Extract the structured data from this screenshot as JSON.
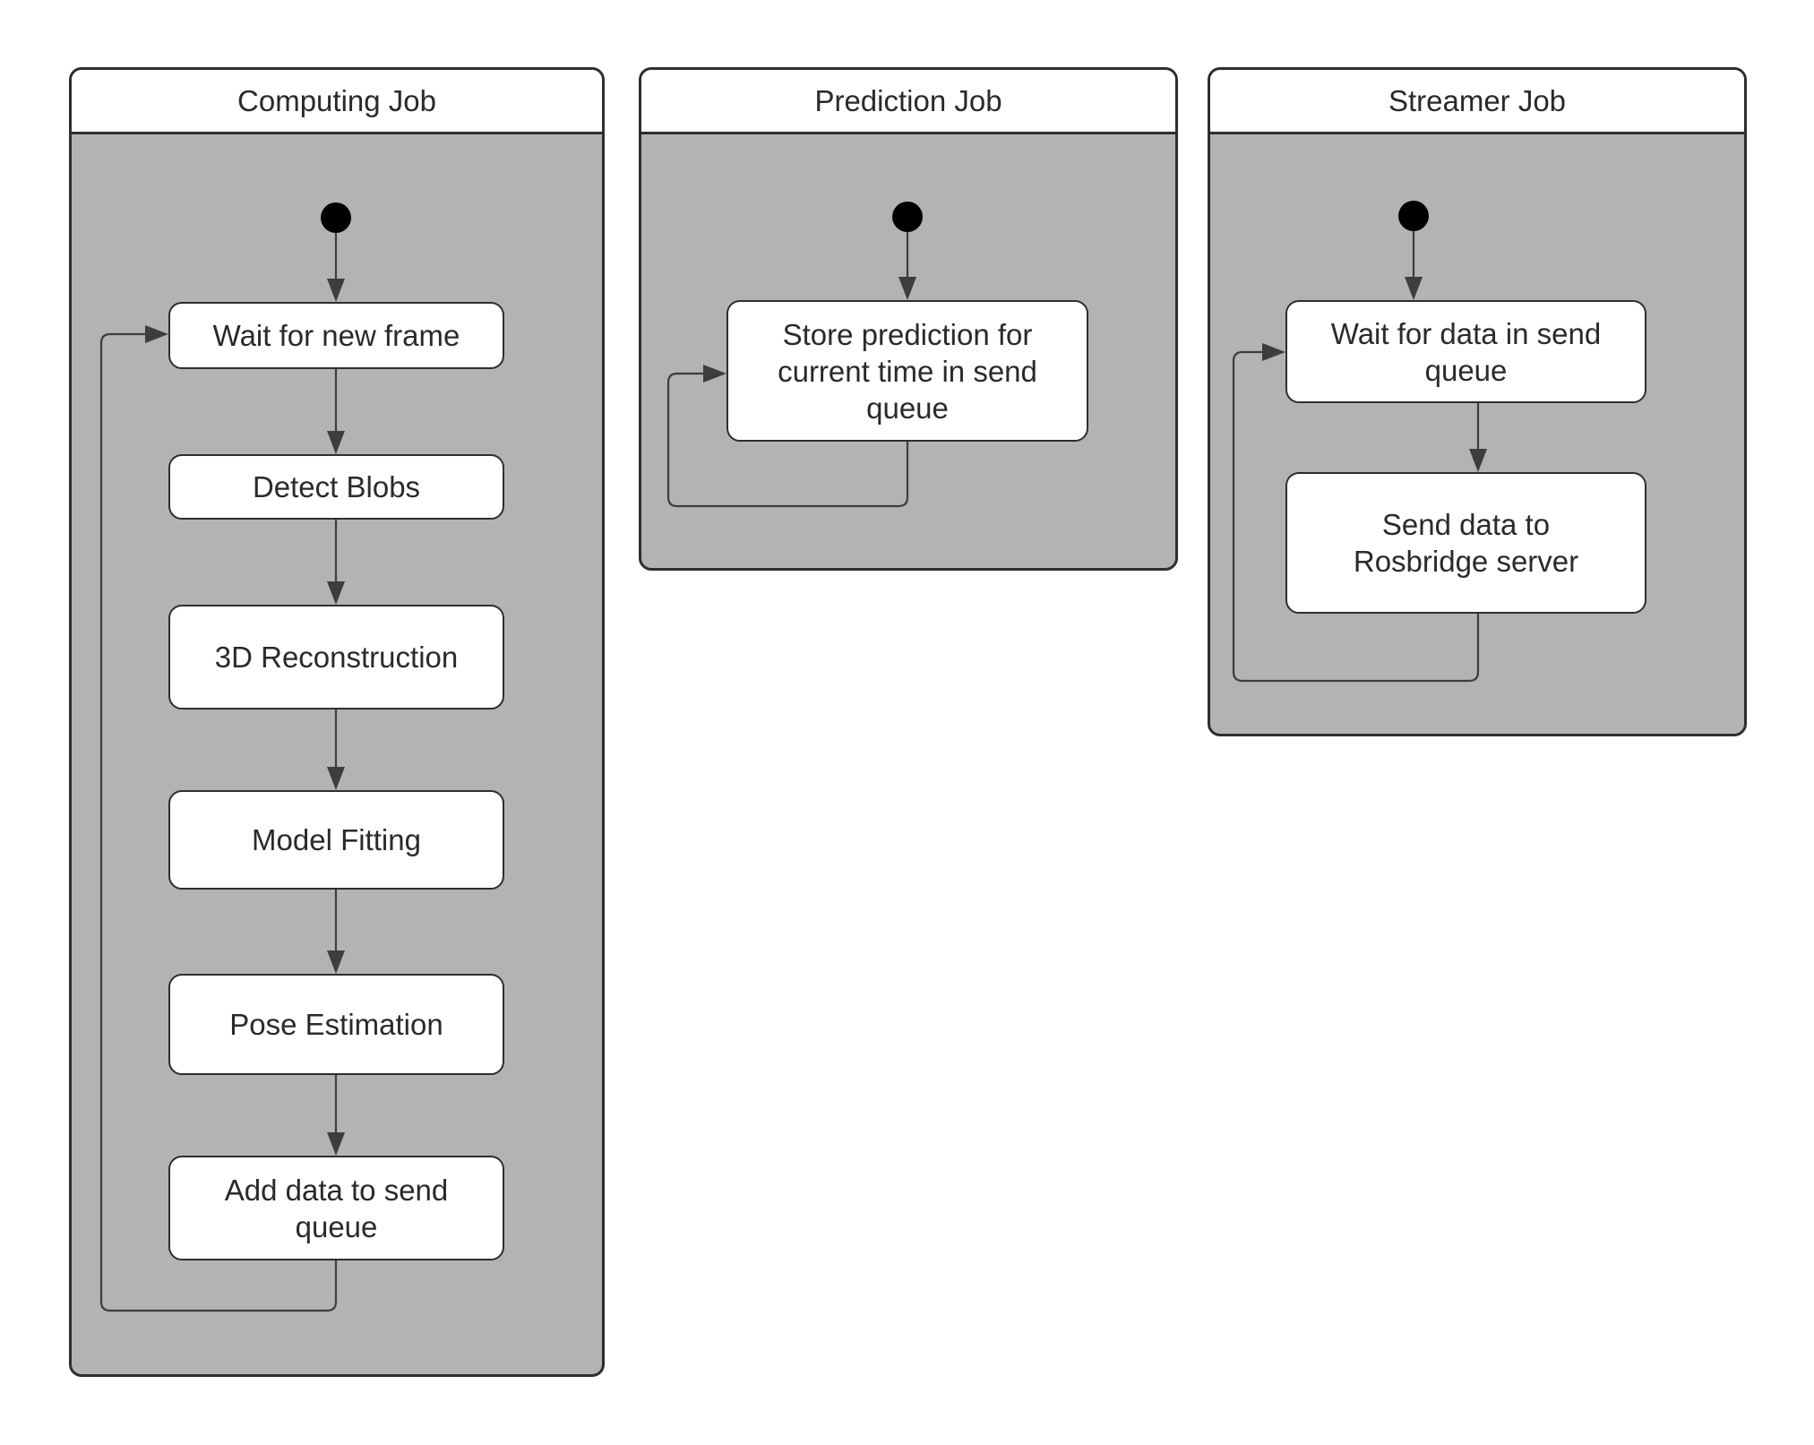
{
  "colors": {
    "background": "#ffffff",
    "pool_fill": "#b3b3b3",
    "pool_title_fill": "#ffffff",
    "node_fill": "#ffffff",
    "stroke": "#2e2e2e",
    "connector": "#3d3d3d",
    "initial_dot": "#000000",
    "text": "#2a2a2a"
  },
  "pools": [
    {
      "title": "Computing Job",
      "nodes": [
        {
          "lines": [
            "Wait for new frame"
          ]
        },
        {
          "lines": [
            "Detect Blobs"
          ]
        },
        {
          "lines": [
            "3D Reconstruction"
          ]
        },
        {
          "lines": [
            "Model Fitting"
          ]
        },
        {
          "lines": [
            "Pose Estimation"
          ]
        },
        {
          "lines": [
            "Add data to send",
            "queue"
          ]
        }
      ]
    },
    {
      "title": "Prediction Job",
      "nodes": [
        {
          "lines": [
            "Store prediction for",
            "current time in send",
            "queue"
          ]
        }
      ]
    },
    {
      "title": "Streamer Job",
      "nodes": [
        {
          "lines": [
            "Wait for data in send",
            "queue"
          ]
        },
        {
          "lines": [
            "Send data to",
            "Rosbridge server"
          ]
        }
      ]
    }
  ]
}
